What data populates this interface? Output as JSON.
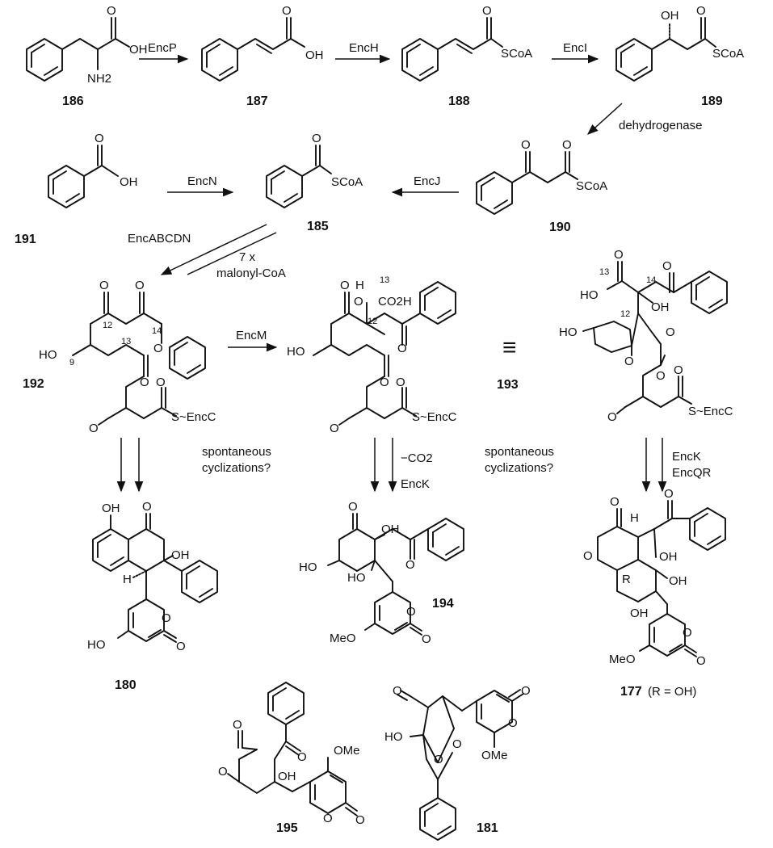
{
  "compounds": {
    "c186": "186",
    "c187": "187",
    "c188": "188",
    "c189": "189",
    "c190": "190",
    "c191": "191",
    "c185": "185",
    "c192": "192",
    "c193": "193",
    "c180": "180",
    "c194": "194",
    "c177": "177",
    "c177_note": "(R = OH)",
    "c195": "195",
    "c181": "181"
  },
  "enzymes": {
    "encP": "EncP",
    "encH": "EncH",
    "encI": "EncI",
    "dehydrogenase": "dehydrogenase",
    "encN": "EncN",
    "encJ": "EncJ",
    "encABCDN": "EncABCDN",
    "times7": "7 x",
    "malonyl": "malonyl-CoA",
    "encM": "EncM",
    "minusCO2": "−CO2",
    "encK": "EncK",
    "encK2": "EncK",
    "encQR": "EncQR"
  },
  "notes": {
    "spont1a": "spontaneous",
    "spont1b": "cyclizations?",
    "spont2a": "spontaneous",
    "spont2b": "cyclizations?",
    "equiv": "≡"
  },
  "atoms": {
    "oh": "OH",
    "o": "O",
    "nh2": "NH2",
    "scoa": "SCoA",
    "ho": "HO",
    "meo": "MeO",
    "ome": "OMe",
    "h": "H",
    "r": "R",
    "co2h": "CO2H",
    "s_encc": "S~EncC",
    "n9": "9",
    "n12": "12",
    "n13": "13",
    "n14": "14"
  }
}
